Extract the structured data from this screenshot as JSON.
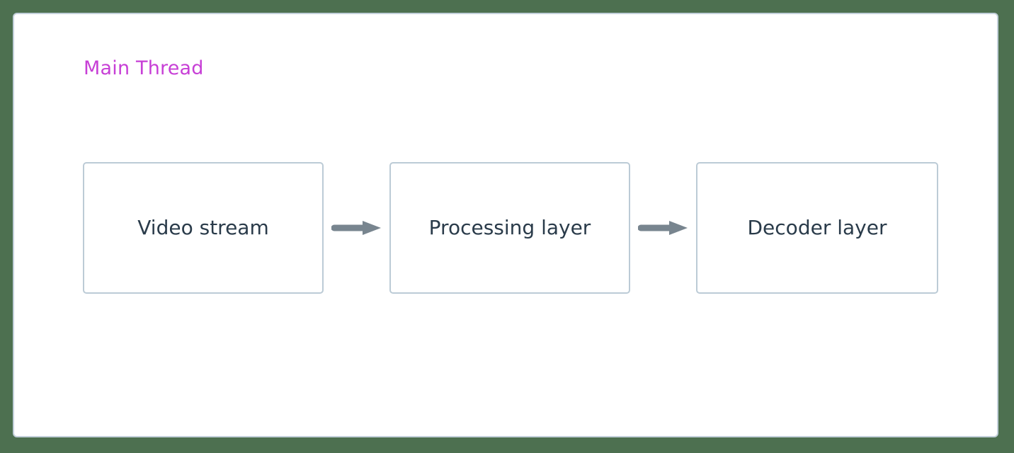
{
  "diagram": {
    "type": "flowchart",
    "direction": "left-to-right",
    "background_color": "#4d7050",
    "cluster": {
      "title": "Main Thread",
      "title_color": "#c73fd6",
      "fill": "#ffffff",
      "border_color": "#c3d0da"
    },
    "node_style": {
      "fill": "#ffffff",
      "border_color": "#bccbd6",
      "text_color": "#2a3b4a",
      "shape": "rounded-rectangle"
    },
    "edge_style": {
      "color": "#78858f",
      "arrowhead": "filled-triangle"
    },
    "nodes": [
      {
        "id": "video-stream",
        "label": "Video stream"
      },
      {
        "id": "processing-layer",
        "label": "Processing layer"
      },
      {
        "id": "decoder-layer",
        "label": "Decoder layer"
      }
    ],
    "edges": [
      {
        "from": "video-stream",
        "to": "processing-layer",
        "label": ""
      },
      {
        "from": "processing-layer",
        "to": "decoder-layer",
        "label": ""
      }
    ]
  }
}
